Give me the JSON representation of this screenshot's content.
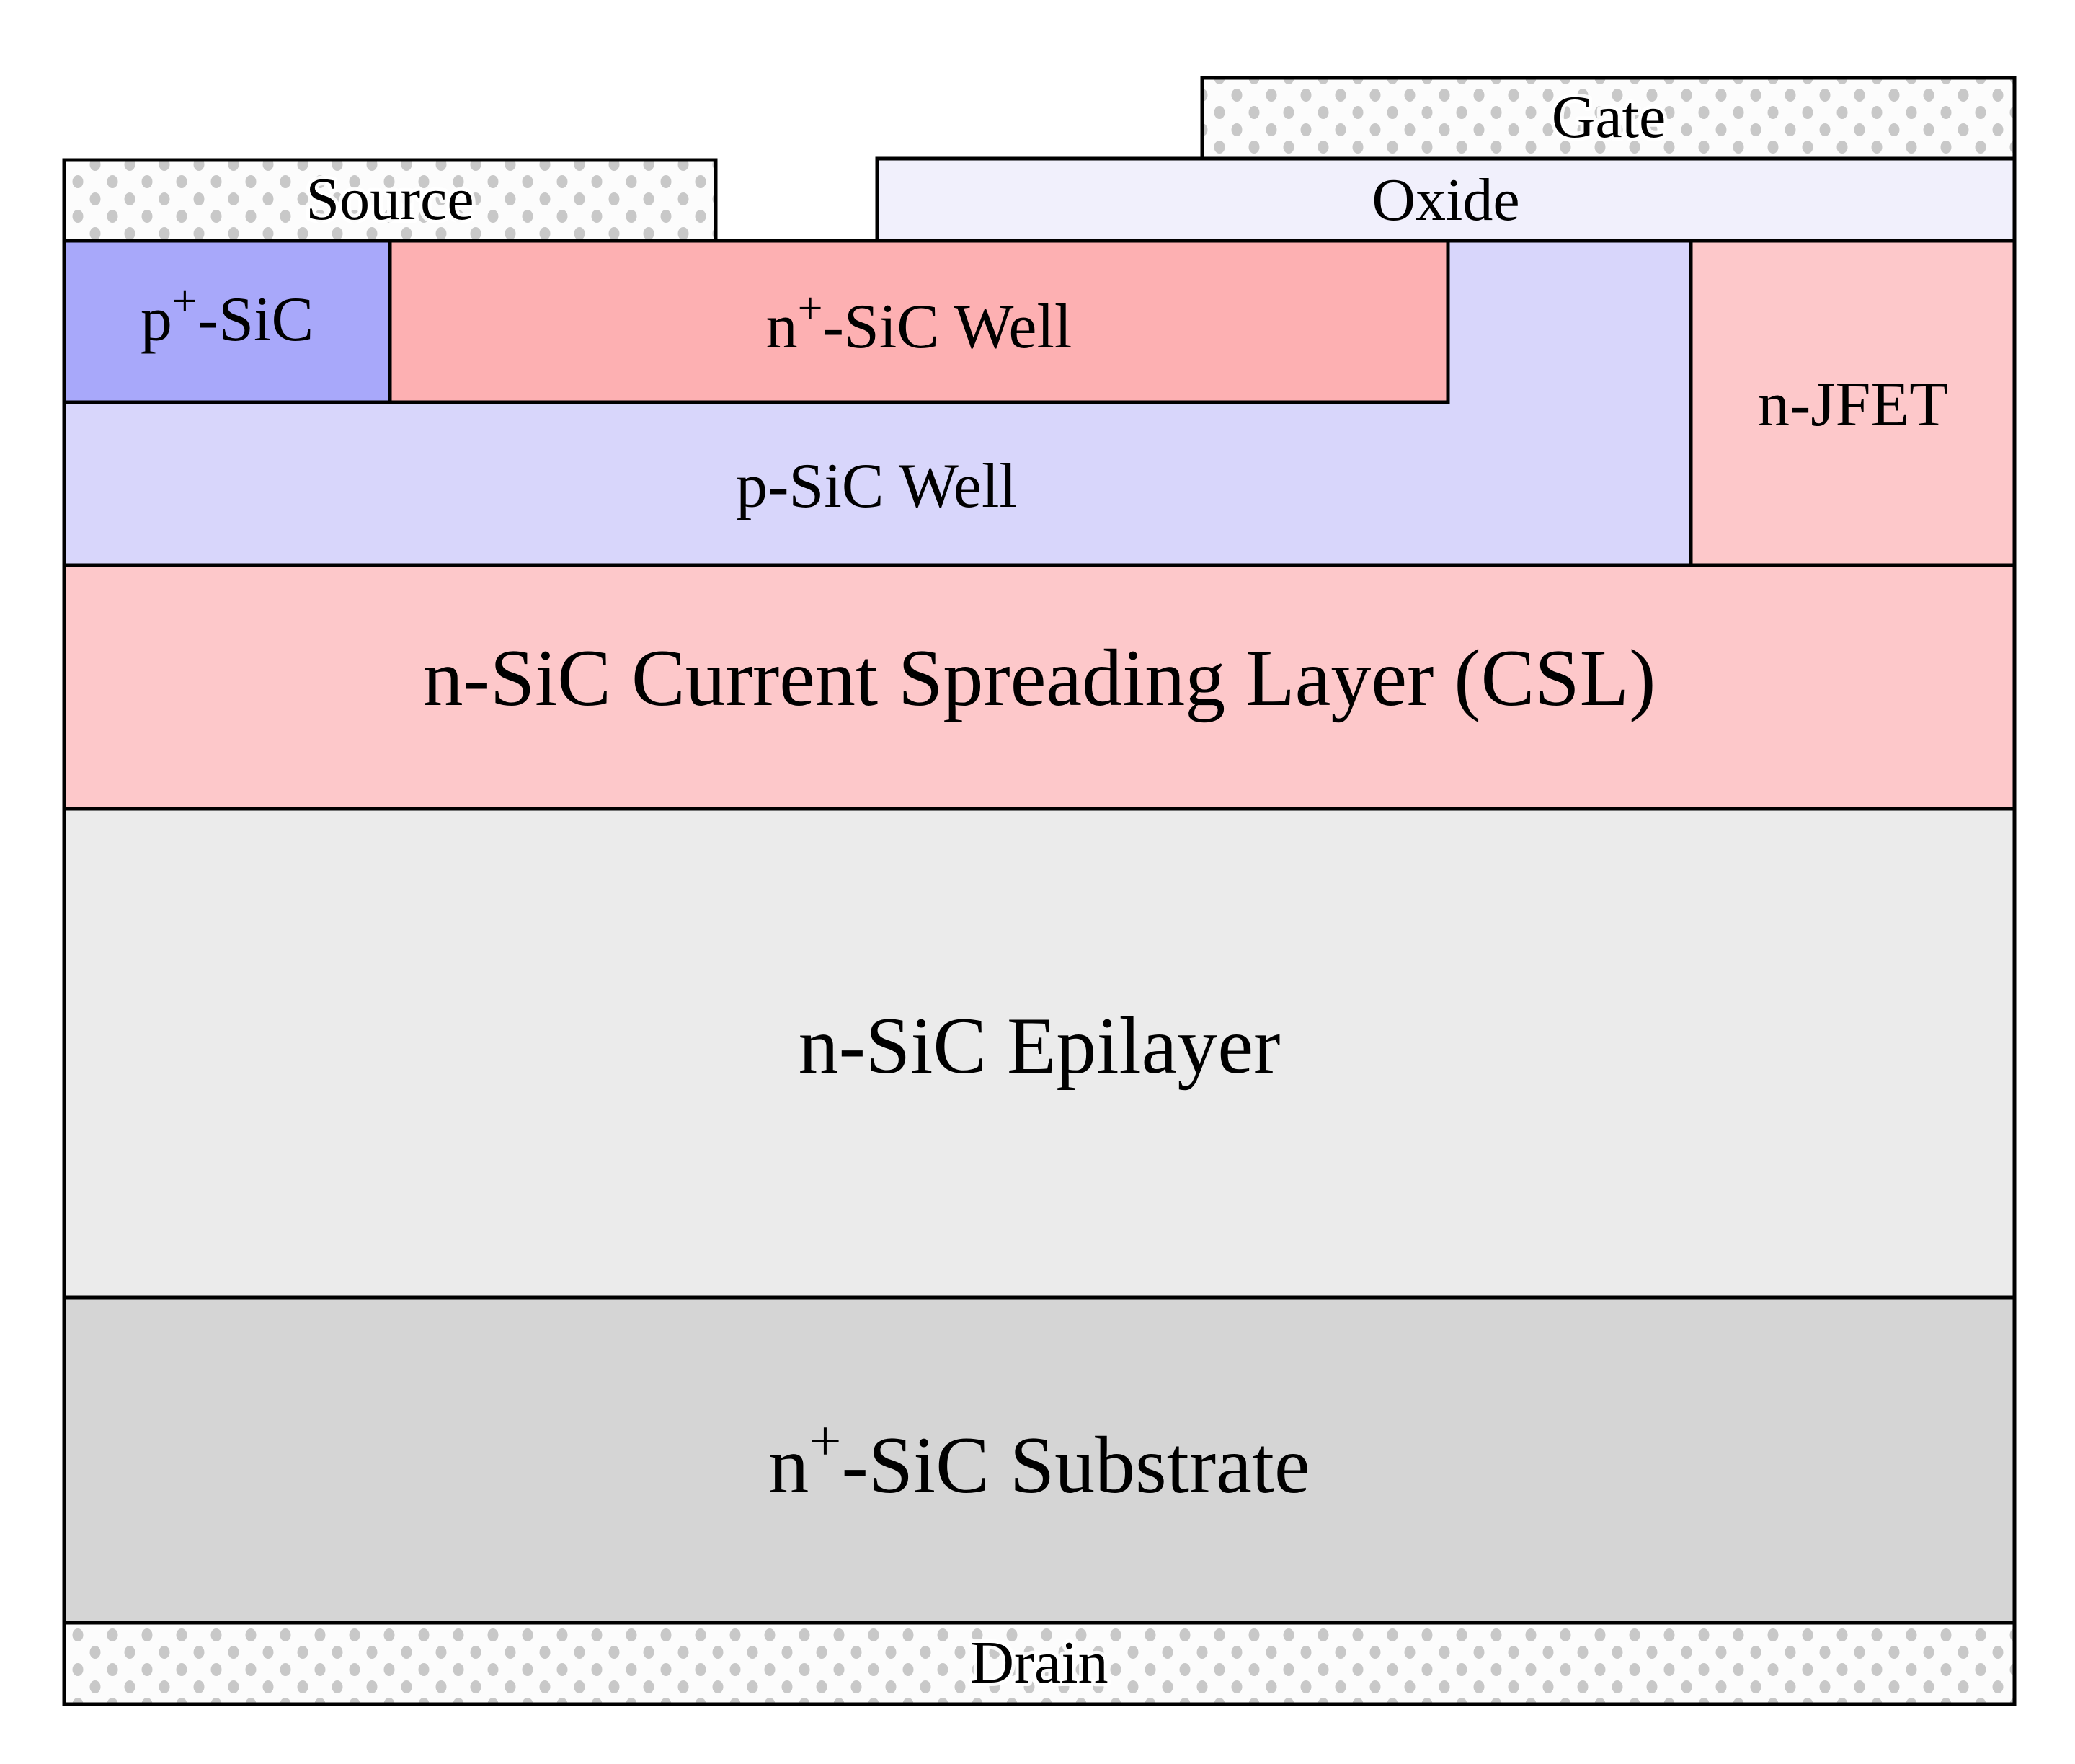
{
  "title": "SiC MOSFET cross-section",
  "regions": {
    "gate": {
      "label": "Gate",
      "fill": "pattern-dots"
    },
    "source": {
      "label": "Source",
      "fill": "pattern-dots"
    },
    "oxide": {
      "label": "Oxide",
      "color": "#f1f0fc"
    },
    "p_plus": {
      "label_main": "p",
      "label_sup": "+",
      "label_rest": "-SiC",
      "color": "#a8a8fa"
    },
    "n_plus_well": {
      "label_main": "n",
      "label_sup": "+",
      "label_rest": "-SiC Well",
      "color": "#fdb0b2"
    },
    "p_well": {
      "label": "p-SiC Well",
      "color": "#d8d6fb"
    },
    "n_jfet": {
      "label": "n-JFET",
      "color": "#fdc8ca"
    },
    "csl": {
      "label": "n-SiC Current Spreading Layer (CSL)",
      "color": "#fdc8ca"
    },
    "epilayer": {
      "label": "n-SiC Epilayer",
      "color": "#ebebeb"
    },
    "substrate": {
      "label_main": "n",
      "label_sup": "+",
      "label_rest": "-SiC Substrate",
      "color": "#d5d5d5"
    },
    "drain": {
      "label": "Drain",
      "fill": "pattern-dots"
    }
  },
  "pattern": {
    "dot_color": "#c8c8c8",
    "background": "#fcfcfc"
  },
  "outline_color": "#000000"
}
